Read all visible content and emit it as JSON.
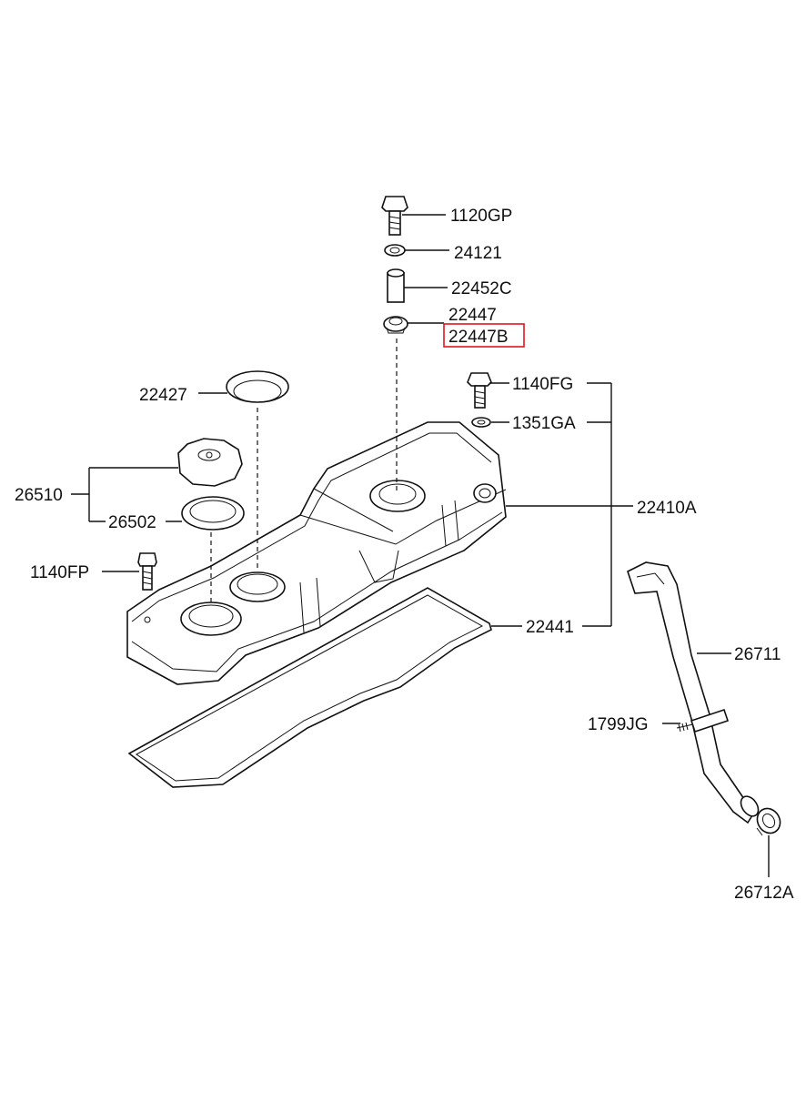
{
  "labels": {
    "p1120GP": "1120GP",
    "p24121": "24121",
    "p22452C": "22452C",
    "p22447": "22447",
    "p22447B": "22447B",
    "p22427": "22427",
    "p1140FG": "1140FG",
    "p1351GA": "1351GA",
    "p26510": "26510",
    "p26502": "26502",
    "p22410A": "22410A",
    "p1140FP": "1140FP",
    "p22441": "22441",
    "p26711": "26711",
    "p1799JG": "1799JG",
    "p26712A": "26712A"
  },
  "highlight": {
    "part": "22447B",
    "color": "#e0161b"
  }
}
